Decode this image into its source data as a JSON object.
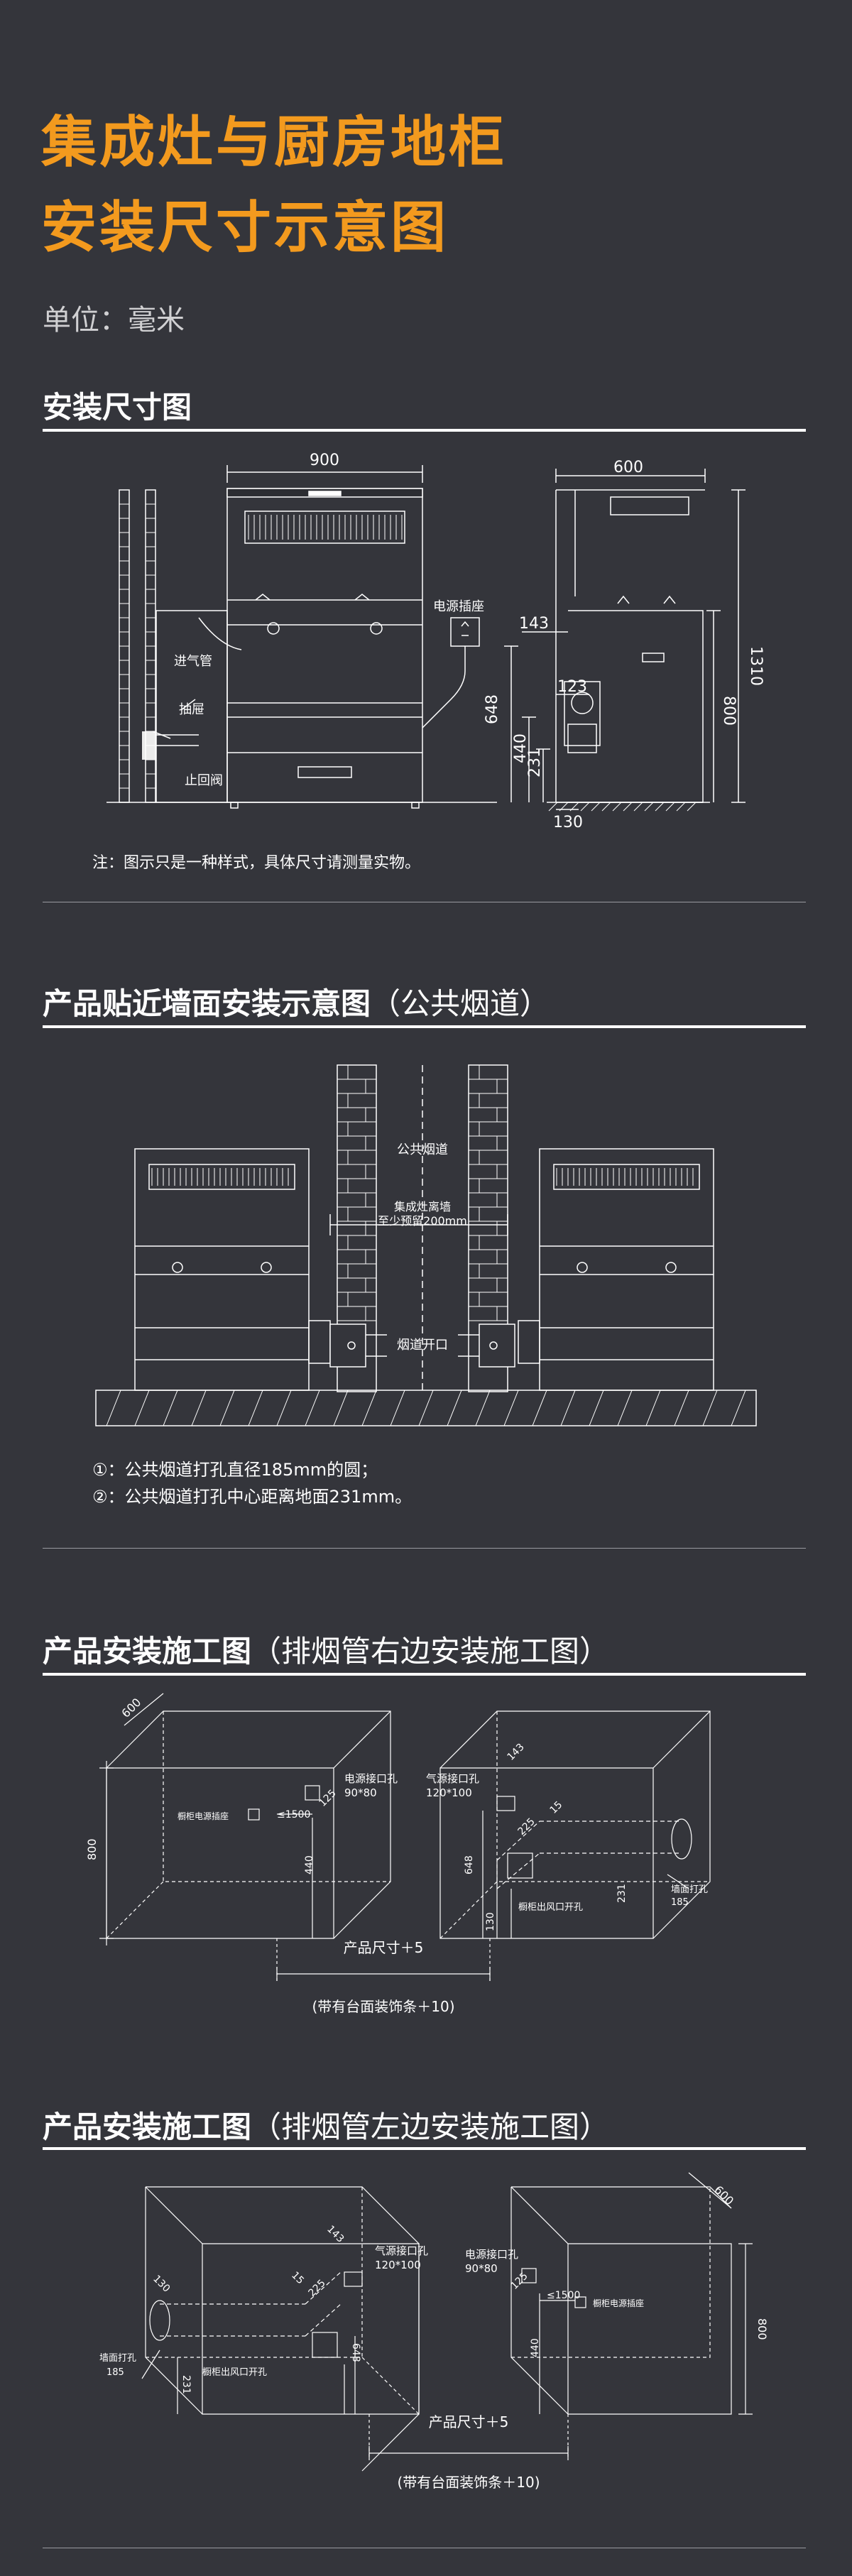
{
  "header": {
    "title_line1": "集成灶与厨房地柜",
    "title_line2": "安装尺寸示意图",
    "unit": "单位：毫米"
  },
  "section1": {
    "title": "安装尺寸图",
    "labels": {
      "w900": "900",
      "w600": "600",
      "socket": "电源插座",
      "inlet": "进气管",
      "drawer": "抽屉",
      "check_valve": "止回阀",
      "d143": "143",
      "d123": "123",
      "d1310": "1310",
      "d800": "800",
      "d648": "648",
      "d440": "440",
      "d231": "231",
      "d130": "130"
    },
    "note": "注：图示只是一种样式，具体尺寸请测量实物。"
  },
  "section2": {
    "title": "产品贴近墙面安装示意图",
    "title_paren": "（公共烟道）",
    "labels": {
      "public_flue": "公共烟道",
      "distance_line1": "集成灶离墙",
      "distance_line2": "至少预留200mm",
      "flue_opening": "烟道开口"
    },
    "notes": [
      "①：公共烟道打孔直径185mm的圆；",
      "②：公共烟道打孔中心距离地面231mm。"
    ]
  },
  "section3": {
    "title": "产品安装施工图",
    "title_paren": "（排烟管右边安装施工图）",
    "labels": {
      "d600": "600",
      "d800": "800",
      "socket_hole": "电源接口孔",
      "socket_size": "90*80",
      "cabinet_socket": "橱柜电源插座",
      "le1500": "≤1500",
      "d440": "440",
      "d125": "125",
      "gas_hole": "气源接口孔",
      "gas_size": "120*100",
      "d143": "143",
      "d225": "225",
      "d648": "648",
      "d130": "130",
      "d15": "15",
      "d231": "231",
      "exhaust_hole": "橱柜出风口开孔",
      "wall_hole": "墙面打孔",
      "d185": "185",
      "size_line1": "产品尺寸＋5",
      "size_line2": "(带有台面装饰条＋10)"
    }
  },
  "section4": {
    "title": "产品安装施工图",
    "title_paren": "（排烟管左边安装施工图）",
    "labels": {
      "d600": "600",
      "d800": "800",
      "d143": "143",
      "gas_hole": "气源接口孔",
      "gas_size": "120*100",
      "socket_hole": "电源接口孔",
      "socket_size": "90*80",
      "cabinet_socket": "橱柜电源插座",
      "le1500": "≤1500",
      "d440": "440",
      "d125": "125",
      "d130": "130",
      "d15": "15",
      "d225": "225",
      "d648": "648",
      "d231": "231",
      "exhaust_hole": "橱柜出风口开孔",
      "wall_hole": "墙面打孔",
      "d185": "185",
      "size_line1": "产品尺寸＋5",
      "size_line2": "(带有台面装饰条＋10)"
    }
  },
  "colors": {
    "background": "#34353b",
    "accent": "#f39a1e",
    "line": "#ffffff"
  }
}
